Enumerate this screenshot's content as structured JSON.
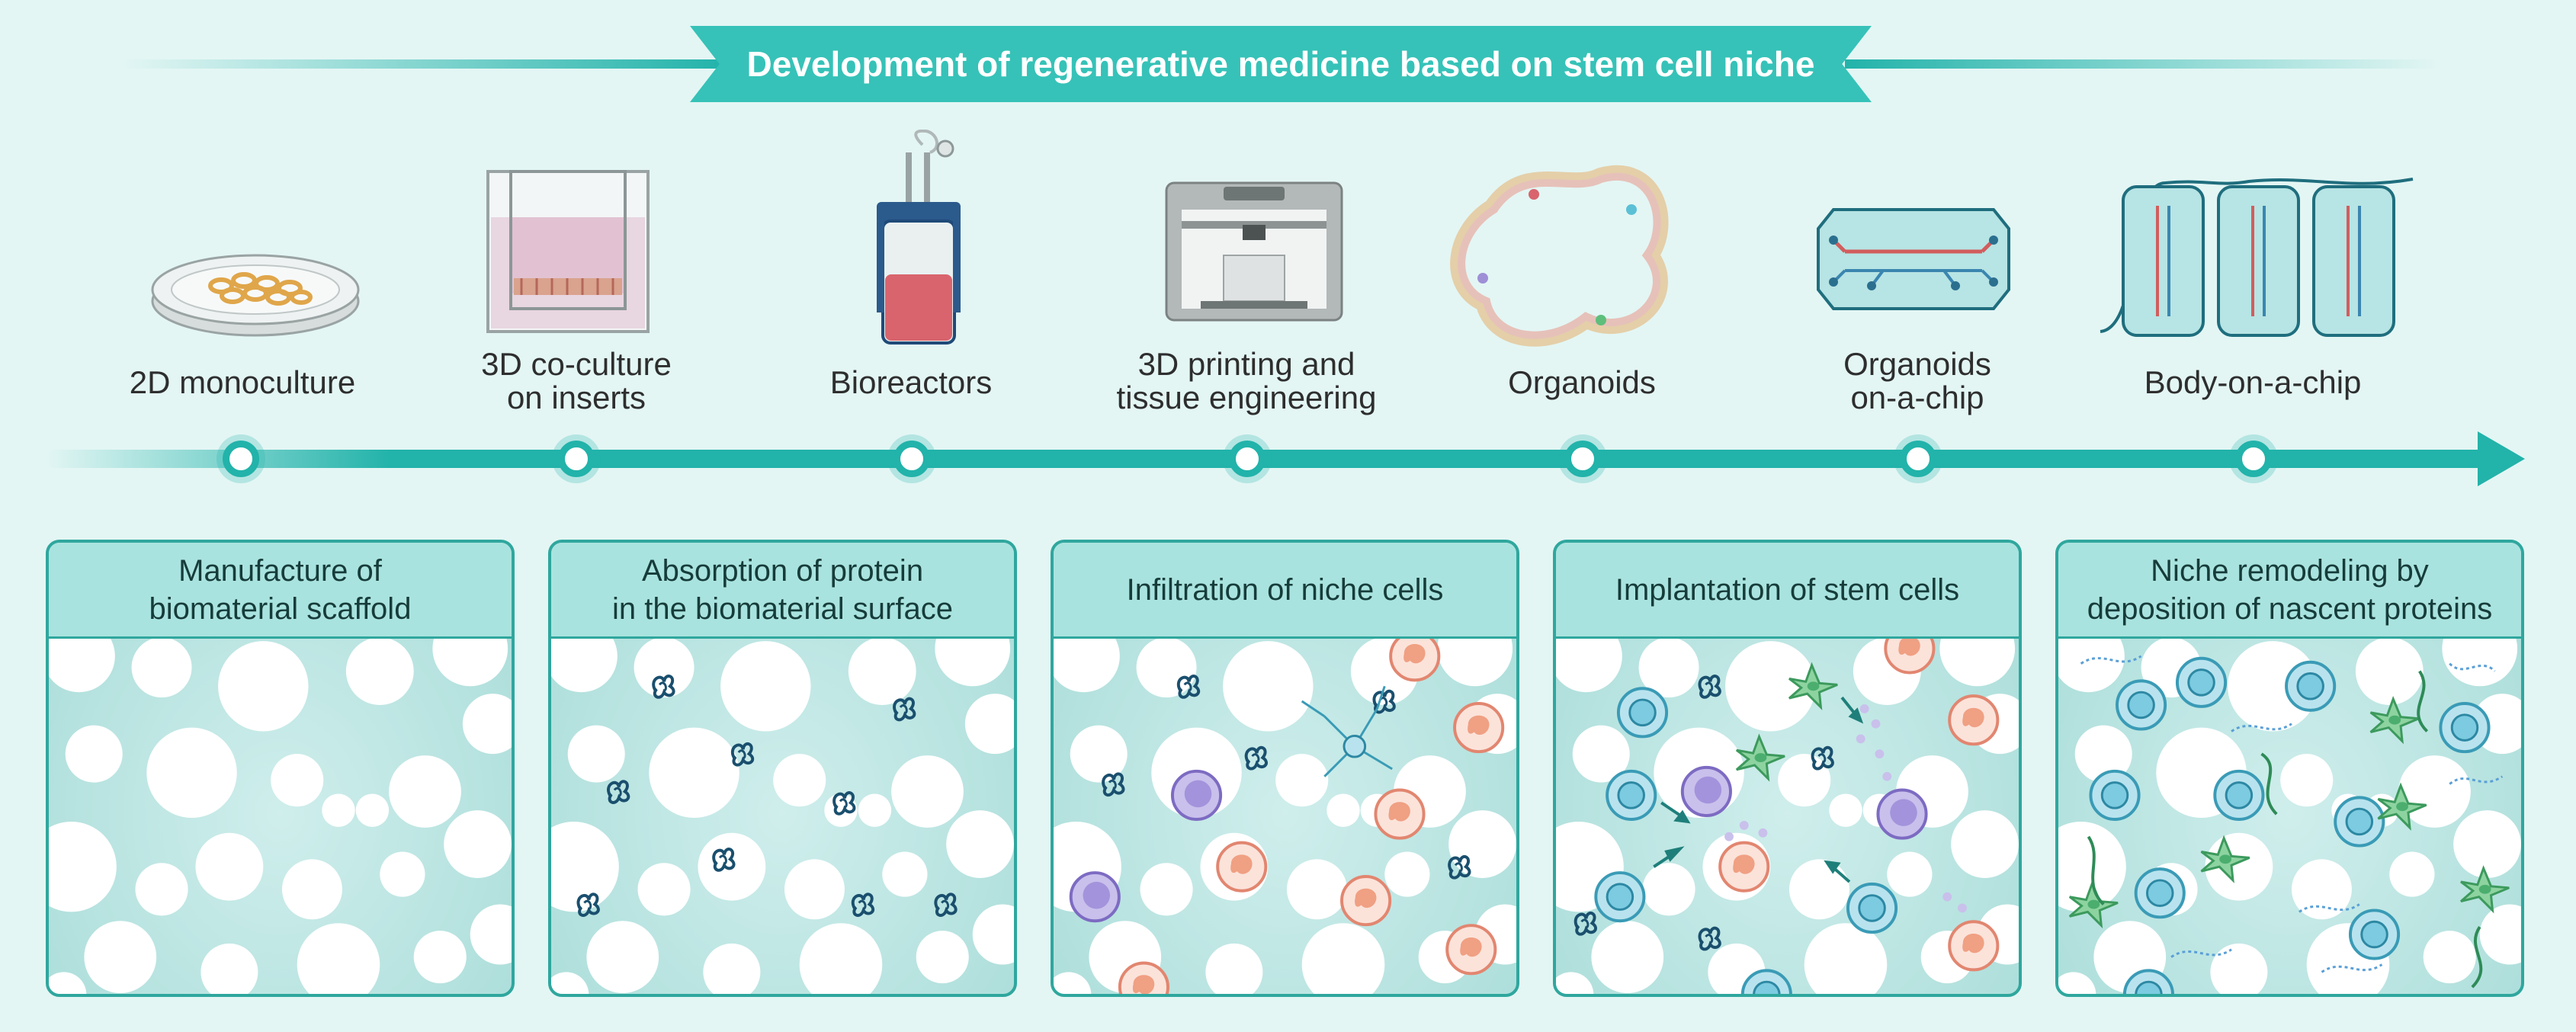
{
  "title": "Development of regenerative medicine based on stem cell niche",
  "stages": [
    {
      "label": "2D monoculture",
      "icon": "petri-dish-icon"
    },
    {
      "label": "3D co-culture\non inserts",
      "icon": "culture-insert-icon"
    },
    {
      "label": "Bioreactors",
      "icon": "bioreactor-icon"
    },
    {
      "label": "3D printing and\ntissue engineering",
      "icon": "3d-printer-icon"
    },
    {
      "label": "Organoids",
      "icon": "organoid-icon"
    },
    {
      "label": "Organoids\non-a-chip",
      "icon": "organoid-chip-icon"
    },
    {
      "label": "Body-on-a-chip",
      "icon": "body-chip-icon"
    }
  ],
  "panels": [
    {
      "title": "Manufacture of\nbiomaterial scaffold"
    },
    {
      "title": "Absorption of protein\nin the biomaterial surface"
    },
    {
      "title": "Infiltration of niche cells"
    },
    {
      "title": "Implantation of stem cells"
    },
    {
      "title": "Niche remodeling by\ndeposition of nascent proteins"
    }
  ],
  "colors": {
    "accent": "#22b3aa",
    "banner": "#36c2b8",
    "background": "#e3f6f4",
    "panel_header": "#a9e3df",
    "protein": "#1a4f6e",
    "stem_cell": "#5bc0d6",
    "niche_cell_purple": "#9e8fd6",
    "niche_cell_orange": "#f19a7a",
    "fibroblast": "#5dbf7b"
  }
}
